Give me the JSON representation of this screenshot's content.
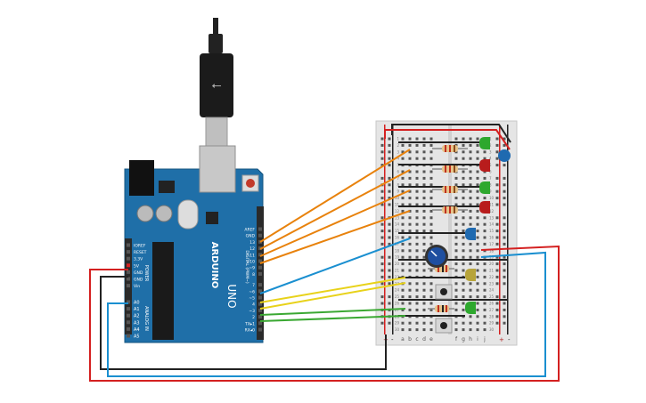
{
  "arduino": {
    "brand": "ARDUINO",
    "model": "UNO",
    "power_header_title": "POWER",
    "analog_header_title": "ANALOG IN",
    "digital_header_title": "DIGITAL (PWM~)",
    "power_pins": [
      "IOREF",
      "RESET",
      "3.3V",
      "5V",
      "GND",
      "GND",
      "Vin"
    ],
    "analog_pins": [
      "A0",
      "A1",
      "A2",
      "A3",
      "A4",
      "A5"
    ],
    "digital_pins_top": [
      "AREF",
      "GND",
      "13",
      "12",
      "~11",
      "~10",
      "~9",
      "8"
    ],
    "digital_pins_bottom": [
      "7",
      "~6",
      "~5",
      "4",
      "~3",
      "2",
      "TX▸1",
      "RX◂0"
    ]
  },
  "breadboard": {
    "rail_plus": "+",
    "rail_minus": "-",
    "column_letters": [
      "a",
      "b",
      "c",
      "d",
      "e",
      "f",
      "g",
      "h",
      "i",
      "j"
    ],
    "row_numbers": [
      "1",
      "2",
      "3",
      "4",
      "5",
      "6",
      "7",
      "8",
      "9",
      "10",
      "11",
      "12",
      "13",
      "14",
      "15",
      "16",
      "17",
      "18",
      "19",
      "20",
      "21",
      "22",
      "23",
      "24",
      "25",
      "26",
      "27",
      "28",
      "29",
      "30"
    ]
  },
  "colors": {
    "board": "#1f6fa8",
    "wire_orange": "#e8820c",
    "wire_blue": "#1a8fd0",
    "wire_yellow": "#e8d21a",
    "wire_green": "#3aa832",
    "wire_red": "#d42020",
    "wire_black": "#222222",
    "led_green": "#2ea82e",
    "led_red": "#b81c1c",
    "led_blue": "#1f6ab0",
    "led_yellow": "#b7a43a",
    "pot": "#1e4fa0"
  }
}
